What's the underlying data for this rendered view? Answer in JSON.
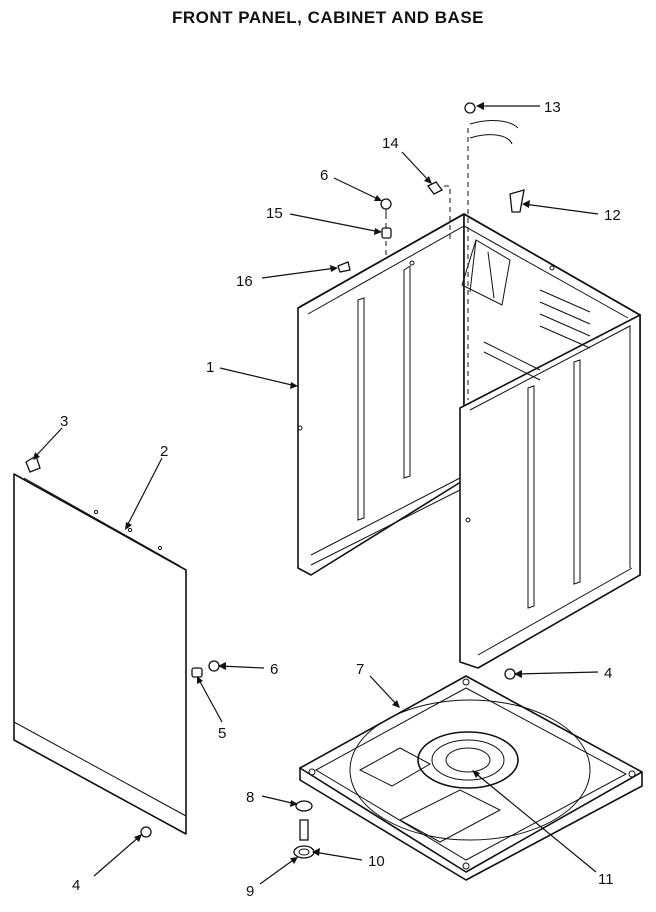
{
  "title": "FRONT PANEL, CABINET AND BASE",
  "callouts": {
    "c1": "1",
    "c2": "2",
    "c3": "3",
    "c4a": "4",
    "c4b": "4",
    "c5": "5",
    "c6a": "6",
    "c6b": "6",
    "c7": "7",
    "c8": "8",
    "c9": "9",
    "c10": "10",
    "c11": "11",
    "c12": "12",
    "c13": "13",
    "c14": "14",
    "c15": "15",
    "c16": "16"
  }
}
